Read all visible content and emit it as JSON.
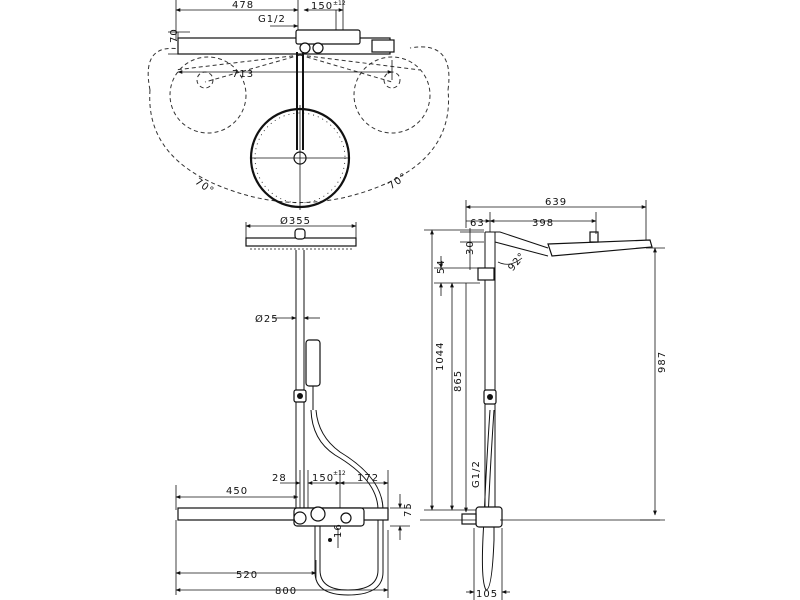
{
  "labels": {
    "top_478": "478",
    "top_g12": "G1/2",
    "top_150": "150",
    "top_150_tol": "±12",
    "top_70": "70",
    "top_713": "713",
    "top_angle_left": "70°",
    "top_angle_right": "70°",
    "front_d355": "Ø355",
    "front_d25": "Ø25",
    "front_28": "28",
    "front_150": "150",
    "front_150_tol": "±12",
    "front_172": "172",
    "front_450": "450",
    "front_75": "75",
    "front_16": "16",
    "front_520": "520",
    "front_800": "800",
    "side_639": "639",
    "side_63": "63",
    "side_398": "398",
    "side_30": "30",
    "side_54": "54",
    "side_angle": "92°",
    "side_1044": "1044",
    "side_865": "865",
    "side_987": "987",
    "side_g12": "G1/2",
    "side_105": "105"
  }
}
